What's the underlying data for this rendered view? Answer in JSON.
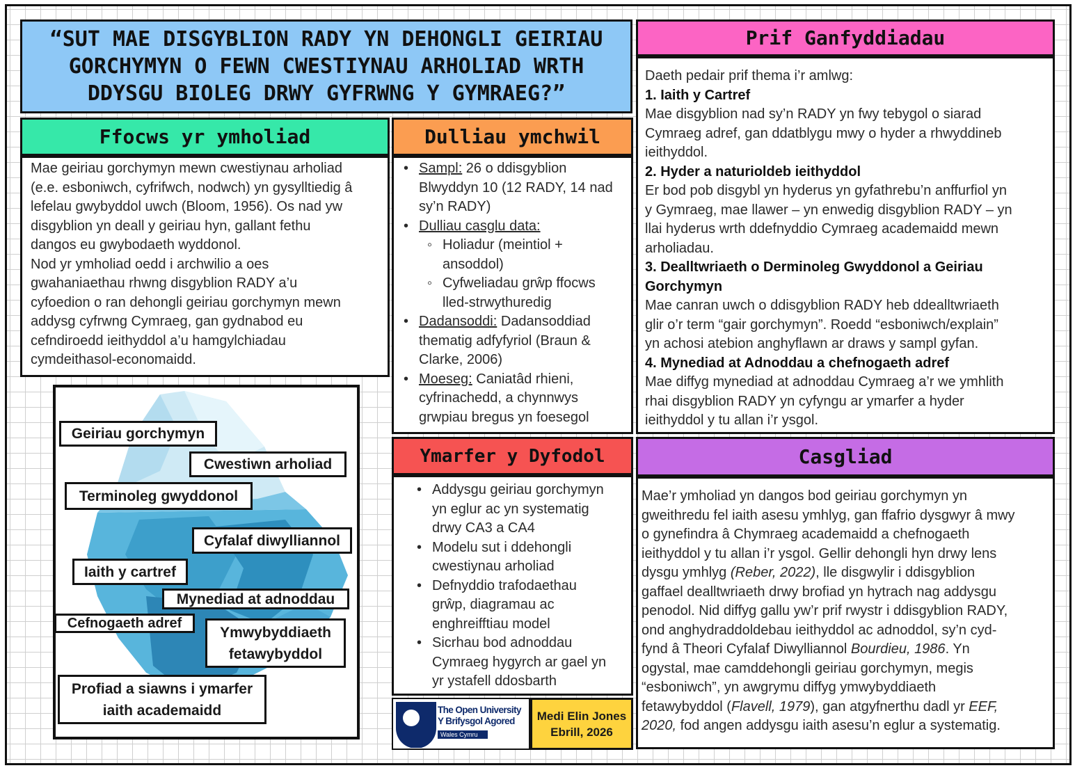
{
  "title": {
    "line1": "“SUT MAE DISGYBLION RADY YN DEHONGLI GEIRIAU",
    "line2": "GORCHYMYN O FEWN CWESTIYNAU ARHOLIAD WRTH",
    "line3": "DDYSGU BIOLEG DRWY GYFRWNG Y GYMRAEG?”"
  },
  "ffocws": {
    "heading": "Ffocws yr ymholiad",
    "lines": [
      "Mae geiriau gorchymyn mewn cwestiynau arholiad",
      "(e.e. esboniwch, cyfrifwch, nodwch) yn gysylltiedig â",
      "lefelau gwybyddol uwch (Bloom, 1956). Os nad yw",
      "disgyblion yn deall y geiriau hyn, gallant fethu",
      "dangos eu gwybodaeth wyddonol.",
      "Nod yr ymholiad oedd i archwilio a oes",
      "gwahaniaethau rhwng disgyblion RADY a’u",
      "cyfoedion o ran dehongli geiriau gorchymyn mewn",
      "addysg cyfrwng Cymraeg, gan gydnabod eu",
      "cefndiroedd ieithyddol a’u hamgylchiadau",
      "cymdeithasol-economaidd."
    ]
  },
  "dulliau": {
    "heading": "Dulliau ymchwil",
    "sampl_label": "Sampl:",
    "sampl_l1": " 26 o ddisgyblion",
    "sampl_l2": "Blwyddyn 10 (12 RADY, 14 nad",
    "sampl_l3": "sy’n RADY)",
    "casglu_label": "Dulliau casglu data:",
    "holiadur_l1": "Holiadur (meintiol +",
    "holiadur_l2": "ansoddol)",
    "cyfweliadau_l1": "Cyfweliadau grŵp ffocws",
    "cyfweliadau_l2": "lled-strwythuredig",
    "dadansoddi_label": "Dadansoddi:",
    "dadansoddi_l1": " Dadansoddiad",
    "dadansoddi_l2": "thematig adfyfyriol (Braun &",
    "dadansoddi_l3": "Clarke, 2006)",
    "moeseg_label": "Moeseg:",
    "moeseg_l1": " Caniatâd rhieni,",
    "moeseg_l2": "cyfrinachedd, a chynnwys",
    "moeseg_l3": "grwpiau bregus yn foesegol"
  },
  "prif": {
    "heading": "Prif Ganfyddiadau",
    "intro": "Daeth pedair prif thema i’r amlwg:",
    "t1_title": "1. Iaith y Cartref",
    "t1_lines": [
      "Mae disgyblion nad sy’n RADY yn fwy tebygol o siarad",
      "Cymraeg adref, gan ddatblygu mwy o hyder a rhwyddineb",
      "ieithyddol."
    ],
    "t2_title": "2. Hyder a naturioldeb ieithyddol",
    "t2_lines": [
      "Er bod pob disgybl yn hyderus yn gyfathrebu’n anffurfiol yn",
      "y Gymraeg, mae llawer – yn enwedig disgyblion RADY – yn",
      "llai hyderus wrth ddefnyddio Cymraeg academaidd mewn",
      "arholiadau."
    ],
    "t3_title_l1": "3. Dealltwriaeth o Derminoleg Gwyddonol a Geiriau",
    "t3_title_l2": "Gorchymyn",
    "t3_lines": [
      "Mae canran uwch o ddisgyblion RADY heb ddealltwriaeth",
      "glir o’r term “gair gorchymyn”. Roedd “esboniwch/explain”",
      "yn achosi atebion anghyflawn ar draws y sampl gyfan."
    ],
    "t4_title": "4. Mynediad at Adnoddau a chefnogaeth adref",
    "t4_lines": [
      "Mae diffyg mynediad at adnoddau Cymraeg a’r we ymhlith",
      "rhai disgyblion RADY yn cyfyngu ar ymarfer a hyder",
      "ieithyddol y tu allan i’r ysgol."
    ]
  },
  "ymarfer": {
    "heading": "Ymarfer y Dyfodol",
    "items": [
      [
        "Addysgu geiriau gorchymyn",
        "yn eglur ac yn systematig",
        "drwy CA3 a CA4"
      ],
      [
        "Modelu sut i ddehongli",
        "cwestiynau arholiad"
      ],
      [
        "Defnyddio trafodaethau",
        "grŵp, diagramau ac",
        "enghreifftiau model"
      ],
      [
        "Sicrhau bod adnoddau",
        "Cymraeg hygyrch ar gael yn",
        "yr ystafell ddosbarth"
      ]
    ]
  },
  "casgliad": {
    "heading": "Casgliad",
    "l1": "Mae’r ymholiad yn dangos bod geiriau gorchymyn yn",
    "l2": "gweithredu fel iaith asesu ymhlyg, gan ffafrio dysgwyr â mwy",
    "l3": "o gynefindra â Chymraeg academaidd a chefnogaeth",
    "l4": "ieithyddol y tu allan i’r ysgol. Gellir dehongli hyn drwy lens",
    "l5a": "dysgu ymhlyg ",
    "l5b": "(Reber, 2022)",
    "l5c": ", lle disgwylir i ddisgyblion",
    "l6": "gaffael dealltwriaeth drwy brofiad yn hytrach nag addysgu",
    "l7": "penodol. Nid diffyg gallu yw’r prif rwystr i ddisgyblion RADY,",
    "l8": "ond anghydraddoldebau ieithyddol ac adnoddol, sy’n cyd-",
    "l9a": "fynd â Theori Cyfalaf Diwylliannol ",
    "l9b": "Bourdieu, 1986",
    "l9c": ". Yn",
    "l10": "ogystal, mae camddehongli geiriau gorchymyn, megis",
    "l11": "“esboniwch”, yn awgrymu diffyg ymwybyddiaeth",
    "l12a": "fetawybyddol (",
    "l12b": "Flavell, 1979",
    "l12c": "), gan atgyfnerthu dadl yr ",
    "l12d": "EEF,",
    "l13a": "2020,",
    "l13b": " fod angen addysgu iaith asesu’n eglur a systematig."
  },
  "iceberg": {
    "labels": [
      "Geiriau gorchymyn",
      "Cwestiwn arholiad",
      "Terminoleg gwyddonol",
      "Cyfalaf diwylliannol",
      "Iaith y cartref",
      "Mynediad at adnoddau",
      "Cefnogaeth adref",
      "Ymwybyddiaeth",
      "fetawybyddol",
      "Profiad a siawns i ymarfer",
      "iaith academaidd"
    ]
  },
  "logo": {
    "line1": "The Open University",
    "line2": "Y Brifysgol Agored",
    "line3": "Wales Cymru"
  },
  "author": {
    "name": "Medi Elin Jones",
    "date": "Ebrill, 2026"
  },
  "colors": {
    "title_bg": "#8ec8f6",
    "ffocws_bg": "#36e8a9",
    "dulliau_bg": "#fb9d51",
    "prif_bg": "#fc64c4",
    "ymarfer_bg": "#f65352",
    "casgliad_bg": "#c56ce5",
    "author_bg": "#fed33e",
    "ou_blue": "#0e2a6b"
  }
}
